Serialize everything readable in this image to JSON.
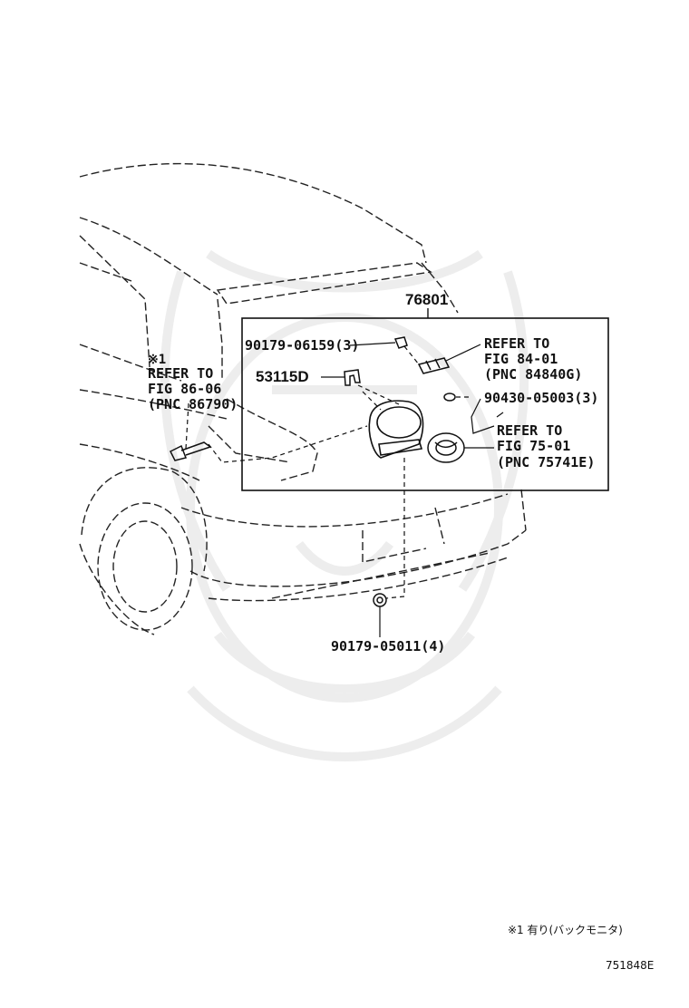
{
  "parts": {
    "assembly": "76801",
    "clip_top": "90179-06159(3)",
    "bracket": "53115D",
    "clip_right": "90430-05003(3)",
    "clip_bottom": "90179-05011(4)"
  },
  "refs": {
    "ref_8401": [
      "REFER TO",
      "FIG 84-01",
      "(PNC 84840G)"
    ],
    "ref_8606": [
      "※1",
      "REFER TO",
      "FIG 86-06",
      "(PNC 86790)"
    ],
    "ref_7501": [
      "REFER TO",
      "FIG 75-01",
      "(PNC 75741E)"
    ]
  },
  "footnote": "※1 有り(バックモニタ)",
  "drawing_number": "751848E"
}
